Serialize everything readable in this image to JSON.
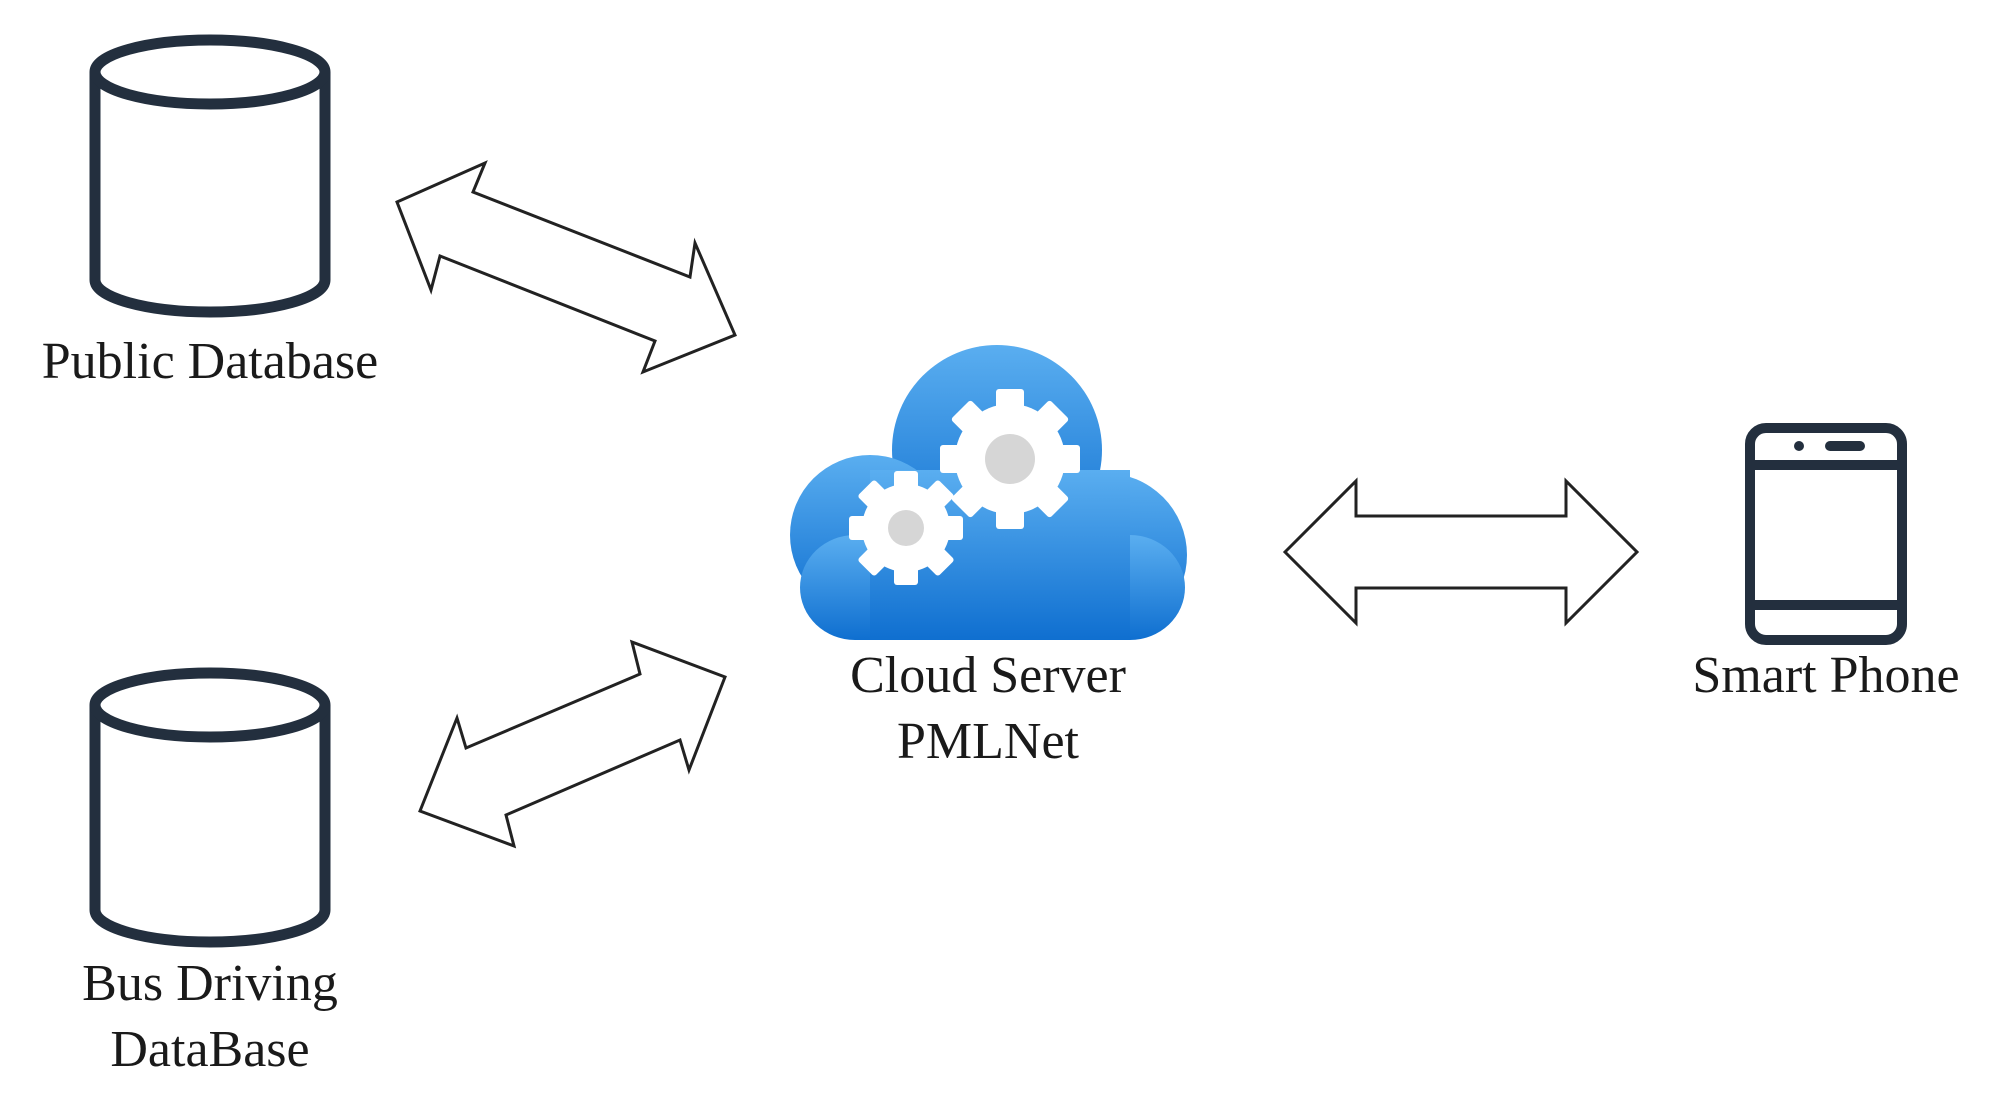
{
  "nodes": {
    "public_db": {
      "lines": [
        "Public Database"
      ],
      "icon": "database-icon"
    },
    "bus_db": {
      "lines": [
        "Bus Driving",
        "DataBase"
      ],
      "icon": "database-icon"
    },
    "cloud": {
      "lines": [
        "Cloud Server",
        "PMLNet"
      ],
      "icon": "cloud-gears-icon"
    },
    "phone": {
      "lines": [
        "Smart Phone"
      ],
      "icon": "smartphone-icon"
    }
  },
  "edges": [
    {
      "from": "public_db",
      "to": "cloud",
      "direction": "bidirectional"
    },
    {
      "from": "bus_db",
      "to": "cloud",
      "direction": "bidirectional"
    },
    {
      "from": "cloud",
      "to": "phone",
      "direction": "bidirectional"
    }
  ],
  "colors": {
    "icon_stroke": "#232f3e",
    "cloud_top": "#5aaef0",
    "cloud_bottom": "#0f6fd0",
    "gear_fill": "#ffffff",
    "gear_hub": "#d6d6d6",
    "arrow_stroke": "#222222"
  }
}
